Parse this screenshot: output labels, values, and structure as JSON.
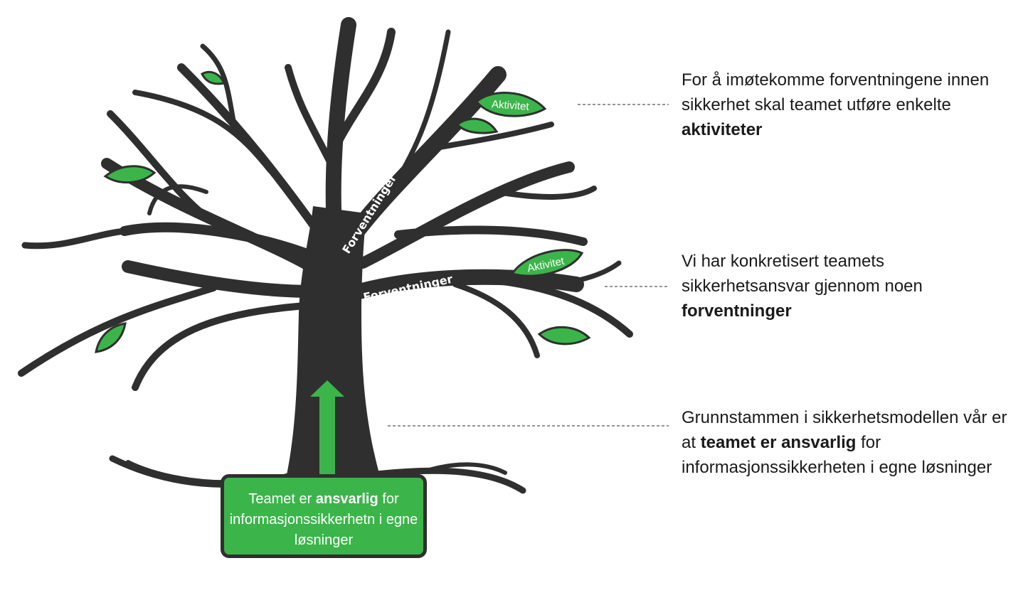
{
  "tree": {
    "branch_labels": [
      "Forventninger",
      "Forventninger"
    ],
    "leaf_labels": [
      "Aktivitet",
      "Aktivitet"
    ],
    "colors": {
      "trunk": "#2f2f2f",
      "leaf": "#3bb54a",
      "arrow": "#3bb54a"
    }
  },
  "root_box": {
    "text_before": "Teamet er ",
    "text_bold": "ansvarlig",
    "text_after": " for informasjonssikkerhetn i egne løsninger"
  },
  "notes": [
    {
      "before": "For å imøtekomme forventningene innen sikkerhet skal teamet utføre enkelte ",
      "bold": "aktiviteter",
      "after": ""
    },
    {
      "before": "Vi har konkretisert teamets sikkerhetsansvar gjennom noen ",
      "bold": "forventninger",
      "after": ""
    },
    {
      "before": "Grunnstammen i sikkerhetsmodellen vår er at ",
      "bold": "teamet er ansvarlig",
      "after": " for informasjonssikkerheten i egne løsninger"
    }
  ]
}
